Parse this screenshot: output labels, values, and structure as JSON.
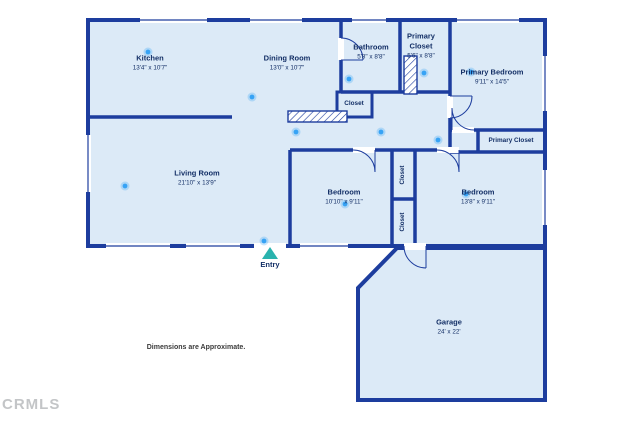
{
  "plan": {
    "rooms": [
      {
        "id": "kitchen",
        "name": "Kitchen",
        "dims": "13'4\" x 10'7\""
      },
      {
        "id": "dining-room",
        "name": "Dining Room",
        "dims": "13'0\" x 10'7\""
      },
      {
        "id": "bathroom",
        "name": "Bathroom",
        "dims": "5'8\" x 8'8\""
      },
      {
        "id": "primary-closet",
        "name": "Primary Closet",
        "dims": "5'6\" x 8'8\""
      },
      {
        "id": "primary-bedroom",
        "name": "Primary Bedroom",
        "dims": "9'11\" x 14'5\""
      },
      {
        "id": "closet-hall",
        "name": "Closet",
        "dims": ""
      },
      {
        "id": "living-room",
        "name": "Living Room",
        "dims": "21'10\" x 13'9\""
      },
      {
        "id": "bedroom-1",
        "name": "Bedroom",
        "dims": "10'10\" x 9'11\""
      },
      {
        "id": "closet-top",
        "name": "Closet",
        "dims": ""
      },
      {
        "id": "closet-bottom",
        "name": "Closet",
        "dims": ""
      },
      {
        "id": "primary-closet-2",
        "name": "Primary Closet",
        "dims": ""
      },
      {
        "id": "bedroom-2",
        "name": "Bedroom",
        "dims": "13'8\" x 9'11\""
      },
      {
        "id": "garage",
        "name": "Garage",
        "dims": "24' x 22'"
      }
    ],
    "entry": {
      "label": "Entry"
    },
    "disclaimer": "Dimensions are Approximate.",
    "watermark": "CRMLS",
    "colors": {
      "wall": "#1d3d9e",
      "room_fill": "#dceaf7",
      "label": "#132f66",
      "dot": "#37a3f5",
      "entry_marker": "#2ab3ae"
    }
  }
}
